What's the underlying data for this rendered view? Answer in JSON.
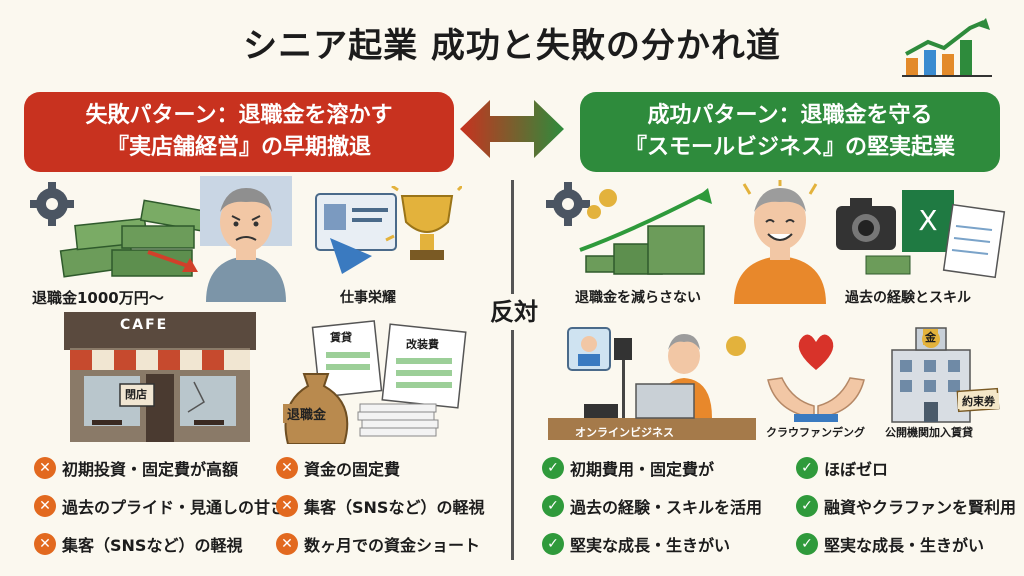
{
  "title": "シニア起業 成功と失敗の分かれ道",
  "center_label": "反対",
  "fail": {
    "banner_line1": "失敗パターン：退職金を溶かす",
    "banner_line2": "『実店舗経営』の早期撤退",
    "captions": {
      "retirement_money": "退職金1000万円〜",
      "job_glory": "仕事栄耀",
      "cafe_sign": "CAFE",
      "closed_sign": "閉店",
      "rent_doc": "賃貸",
      "renovation_doc": "改装費",
      "money_bag": "退職金"
    },
    "points": [
      "初期投資・固定費が高額",
      "資金の固定費",
      "過去のプライド・見通しの甘さ",
      "集客（SNSなど）の軽視",
      "集客（SNSなど）の軽視",
      "数ヶ月での資金ショート"
    ]
  },
  "success": {
    "banner_line1": "成功パターン：退職金を守る",
    "banner_line2": "『スモールビジネス』の堅実起業",
    "captions": {
      "keep_money": "退職金を減らさない",
      "experience": "過去の経験とスキル",
      "online": "オンラインビジネス",
      "crowdfunding": "クラウファンデング",
      "public": "公開機関加入賃貸",
      "promise": "約束券",
      "kin": "金"
    },
    "points": [
      "初期費用・固定費が",
      "ほぼゼロ",
      "過去の経験・スキルを活用",
      "融資やクラファンを賢利用",
      "堅実な成長・生きがい",
      "堅実な成長・生きがい"
    ]
  },
  "colors": {
    "fail": "#c8321f",
    "success": "#2e8b3c",
    "x_mark": "#e2691f",
    "check_mark": "#2f9a3b"
  }
}
